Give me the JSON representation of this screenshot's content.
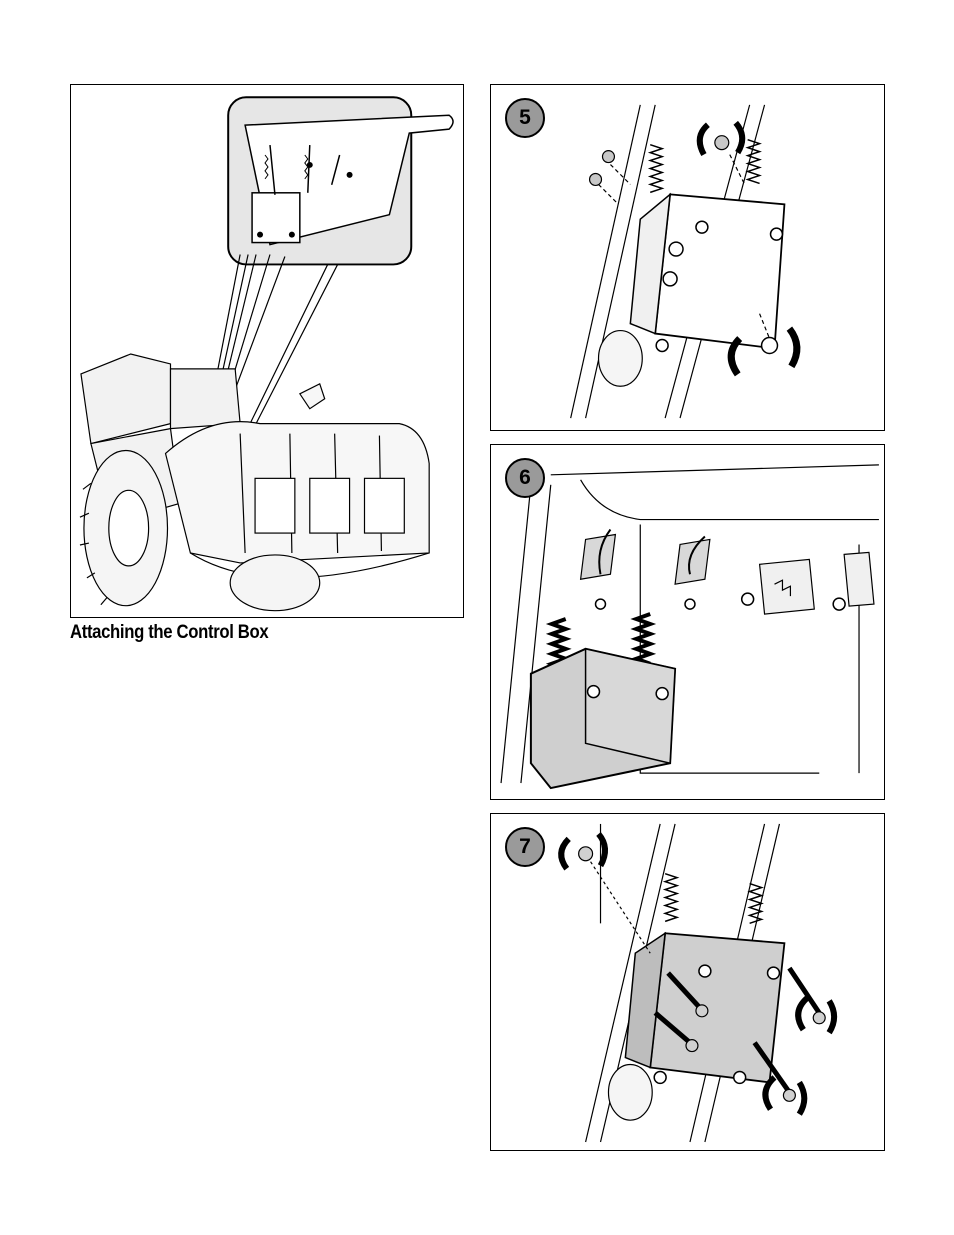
{
  "caption": "Attaching the Control Box",
  "steps": [
    {
      "number": "5"
    },
    {
      "number": "6"
    },
    {
      "number": "7"
    }
  ],
  "icons": {
    "rotate": "rotate-arrows-icon",
    "insert": "insert-arrow-icon"
  },
  "colors": {
    "badge_fill": "#9a9a9a",
    "box_fill": "#cfcfcf",
    "line": "#000000"
  }
}
